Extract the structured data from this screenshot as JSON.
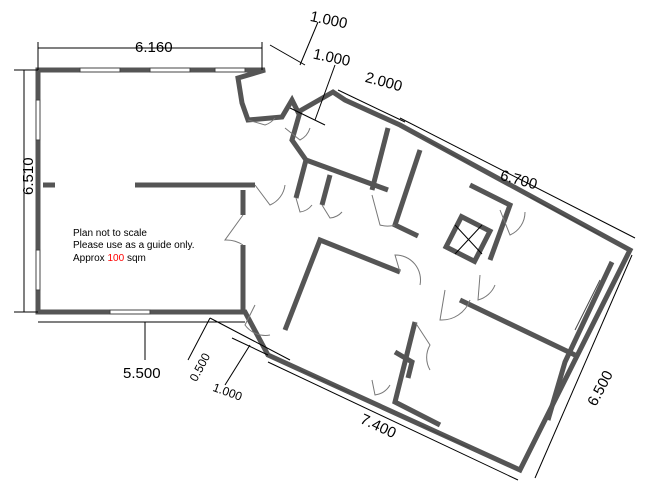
{
  "dimensions": {
    "top_width": "6.160",
    "left_height": "6.510",
    "bottom_width": "5.500",
    "offset_small": "0.500",
    "offset_1": "1.000",
    "top_offset_1": "1.000",
    "top_offset_2": "1.000",
    "top_segment": "2.000",
    "right_top": "6.700",
    "right_side": "6.500",
    "right_bottom": "7.400"
  },
  "notes": {
    "line1": "Plan not to scale",
    "line2": "Please use as a guide only.",
    "area_prefix": "Approx",
    "area_value": "100",
    "area_unit": "sqm"
  },
  "colors": {
    "wall": "#555555",
    "area_value": "#ff0000",
    "dim_label_underline": "#ffd700"
  }
}
